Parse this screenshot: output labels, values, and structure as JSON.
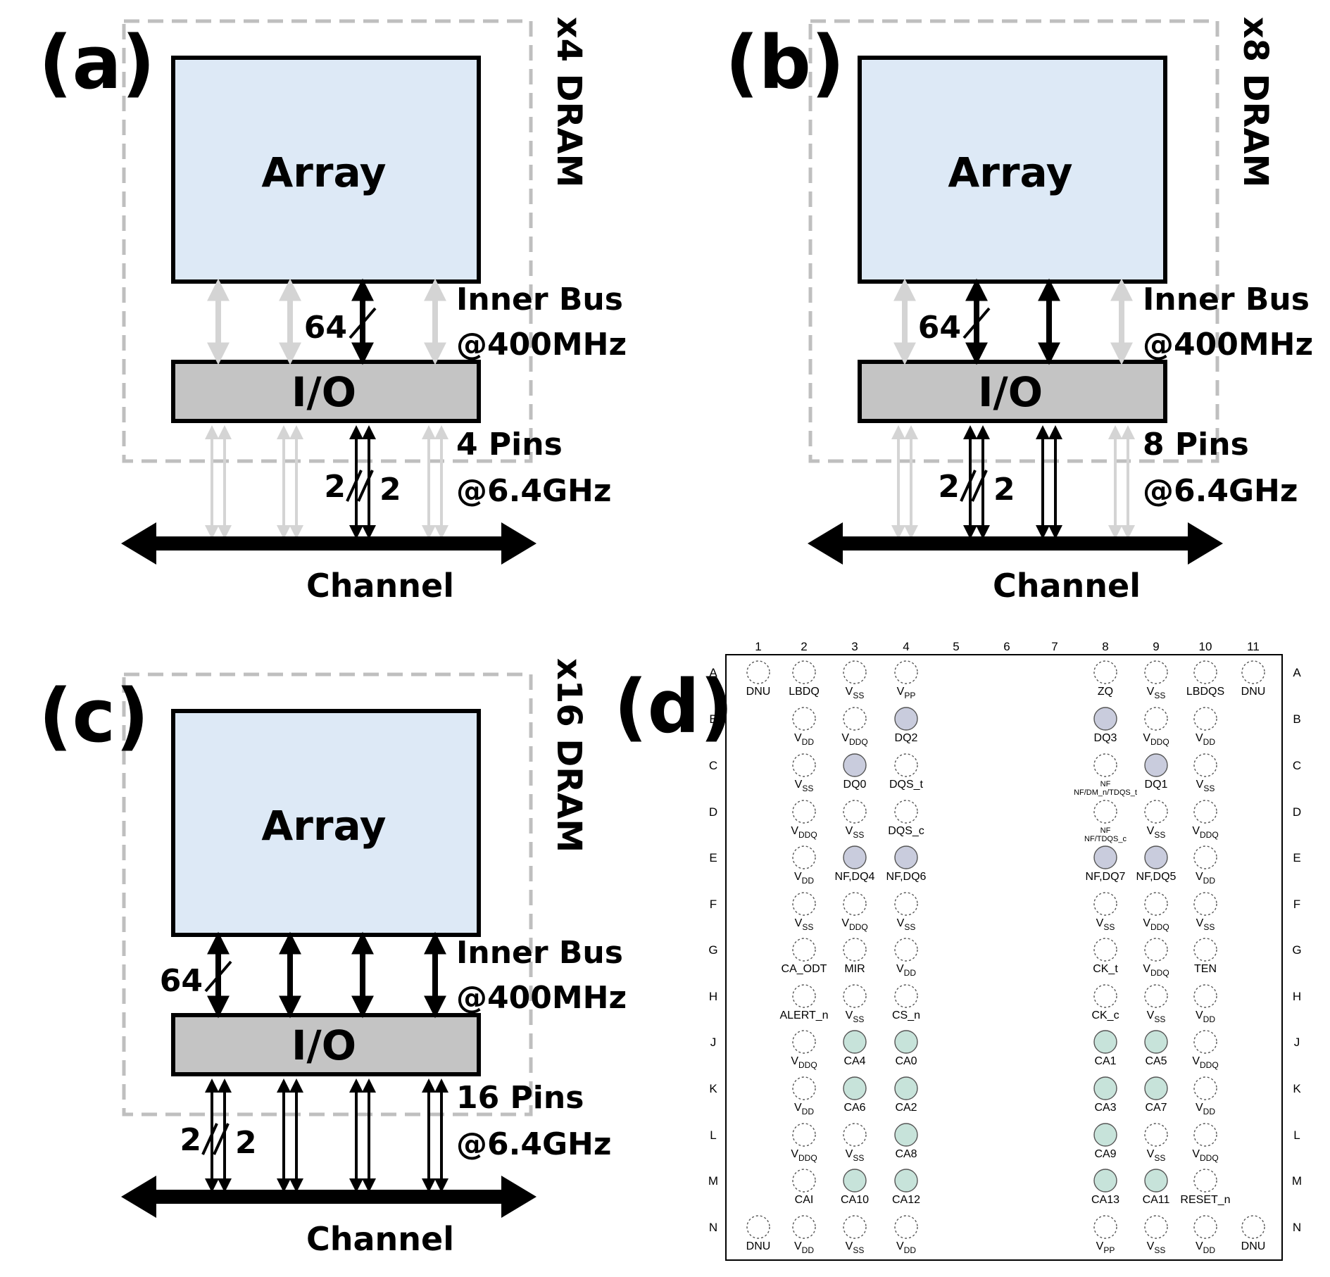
{
  "panels": [
    {
      "label": "(a)",
      "dram": "x4 DRAM",
      "array": "Array",
      "io": "I/O",
      "bus_width": "64",
      "inner_bus": "Inner Bus",
      "inner_freq": "@400MHz",
      "pins": "4 Pins",
      "pin_freq": "@6.4GHz",
      "split_left": "2",
      "split_right": "2",
      "channel": "Channel",
      "active_lanes": [
        2
      ]
    },
    {
      "label": "(b)",
      "dram": "x8 DRAM",
      "array": "Array",
      "io": "I/O",
      "bus_width": "64",
      "inner_bus": "Inner Bus",
      "inner_freq": "@400MHz",
      "pins": "8 Pins",
      "pin_freq": "@6.4GHz",
      "split_left": "2",
      "split_right": "2",
      "channel": "Channel",
      "active_lanes": [
        1,
        2
      ]
    },
    {
      "label": "(c)",
      "dram": "x16 DRAM",
      "array": "Array",
      "io": "I/O",
      "bus_width": "64",
      "inner_bus": "Inner Bus",
      "inner_freq": "@400MHz",
      "pins": "16 Pins",
      "pin_freq": "@6.4GHz",
      "split_left": "2",
      "split_right": "2",
      "channel": "Channel",
      "active_lanes": [
        0,
        1,
        2,
        3
      ]
    }
  ],
  "pinout": {
    "label": "(d)",
    "columns": [
      "1",
      "2",
      "3",
      "4",
      "5",
      "6",
      "7",
      "8",
      "9",
      "10",
      "11"
    ],
    "rows": [
      "A",
      "B",
      "C",
      "D",
      "E",
      "F",
      "G",
      "H",
      "J",
      "K",
      "L",
      "M",
      "N"
    ],
    "colors": {
      "data": "#c9ccdd",
      "ca": "#c7e3da"
    },
    "balls": [
      {
        "row": 0,
        "col": 0,
        "name": "DNU"
      },
      {
        "row": 0,
        "col": 1,
        "name": "LBDQ"
      },
      {
        "row": 0,
        "col": 2,
        "name": "V",
        "sub": "SS"
      },
      {
        "row": 0,
        "col": 3,
        "name": "V",
        "sub": "PP"
      },
      {
        "row": 0,
        "col": 7,
        "name": "ZQ"
      },
      {
        "row": 0,
        "col": 8,
        "name": "V",
        "sub": "SS"
      },
      {
        "row": 0,
        "col": 9,
        "name": "LBDQS"
      },
      {
        "row": 0,
        "col": 10,
        "name": "DNU"
      },
      {
        "row": 1,
        "col": 1,
        "name": "V",
        "sub": "DD"
      },
      {
        "row": 1,
        "col": 2,
        "name": "V",
        "sub": "DDQ"
      },
      {
        "row": 1,
        "col": 3,
        "name": "DQ2",
        "fill": "data"
      },
      {
        "row": 1,
        "col": 7,
        "name": "DQ3",
        "fill": "data"
      },
      {
        "row": 1,
        "col": 8,
        "name": "V",
        "sub": "DDQ"
      },
      {
        "row": 1,
        "col": 9,
        "name": "V",
        "sub": "DD"
      },
      {
        "row": 2,
        "col": 1,
        "name": "V",
        "sub": "SS"
      },
      {
        "row": 2,
        "col": 2,
        "name": "DQ0",
        "fill": "data"
      },
      {
        "row": 2,
        "col": 3,
        "name": "DQS_t"
      },
      {
        "row": 2,
        "col": 7,
        "name": "NF",
        "name2": "NF/DM_n/TDQS_t"
      },
      {
        "row": 2,
        "col": 8,
        "name": "DQ1",
        "fill": "data"
      },
      {
        "row": 2,
        "col": 9,
        "name": "V",
        "sub": "SS"
      },
      {
        "row": 3,
        "col": 1,
        "name": "V",
        "sub": "DDQ"
      },
      {
        "row": 3,
        "col": 2,
        "name": "V",
        "sub": "SS"
      },
      {
        "row": 3,
        "col": 3,
        "name": "DQS_c"
      },
      {
        "row": 3,
        "col": 7,
        "name": "NF",
        "name2": "NF/TDQS_c"
      },
      {
        "row": 3,
        "col": 8,
        "name": "V",
        "sub": "SS"
      },
      {
        "row": 3,
        "col": 9,
        "name": "V",
        "sub": "DDQ"
      },
      {
        "row": 4,
        "col": 1,
        "name": "V",
        "sub": "DD"
      },
      {
        "row": 4,
        "col": 2,
        "name": "NF,DQ4",
        "fill": "data"
      },
      {
        "row": 4,
        "col": 3,
        "name": "NF,DQ6",
        "fill": "data"
      },
      {
        "row": 4,
        "col": 7,
        "name": "NF,DQ7",
        "fill": "data"
      },
      {
        "row": 4,
        "col": 8,
        "name": "NF,DQ5",
        "fill": "data"
      },
      {
        "row": 4,
        "col": 9,
        "name": "V",
        "sub": "DD"
      },
      {
        "row": 5,
        "col": 1,
        "name": "V",
        "sub": "SS"
      },
      {
        "row": 5,
        "col": 2,
        "name": "V",
        "sub": "DDQ"
      },
      {
        "row": 5,
        "col": 3,
        "name": "V",
        "sub": "SS"
      },
      {
        "row": 5,
        "col": 7,
        "name": "V",
        "sub": "SS"
      },
      {
        "row": 5,
        "col": 8,
        "name": "V",
        "sub": "DDQ"
      },
      {
        "row": 5,
        "col": 9,
        "name": "V",
        "sub": "SS"
      },
      {
        "row": 6,
        "col": 1,
        "name": "CA_ODT"
      },
      {
        "row": 6,
        "col": 2,
        "name": "MIR"
      },
      {
        "row": 6,
        "col": 3,
        "name": "V",
        "sub": "DD"
      },
      {
        "row": 6,
        "col": 7,
        "name": "CK_t"
      },
      {
        "row": 6,
        "col": 8,
        "name": "V",
        "sub": "DDQ"
      },
      {
        "row": 6,
        "col": 9,
        "name": "TEN"
      },
      {
        "row": 7,
        "col": 1,
        "name": "ALERT_n"
      },
      {
        "row": 7,
        "col": 2,
        "name": "V",
        "sub": "SS"
      },
      {
        "row": 7,
        "col": 3,
        "name": "CS_n"
      },
      {
        "row": 7,
        "col": 7,
        "name": "CK_c"
      },
      {
        "row": 7,
        "col": 8,
        "name": "V",
        "sub": "SS"
      },
      {
        "row": 7,
        "col": 9,
        "name": "V",
        "sub": "DD"
      },
      {
        "row": 8,
        "col": 1,
        "name": "V",
        "sub": "DDQ"
      },
      {
        "row": 8,
        "col": 2,
        "name": "CA4",
        "fill": "ca"
      },
      {
        "row": 8,
        "col": 3,
        "name": "CA0",
        "fill": "ca"
      },
      {
        "row": 8,
        "col": 7,
        "name": "CA1",
        "fill": "ca"
      },
      {
        "row": 8,
        "col": 8,
        "name": "CA5",
        "fill": "ca"
      },
      {
        "row": 8,
        "col": 9,
        "name": "V",
        "sub": "DDQ"
      },
      {
        "row": 9,
        "col": 1,
        "name": "V",
        "sub": "DD"
      },
      {
        "row": 9,
        "col": 2,
        "name": "CA6",
        "fill": "ca"
      },
      {
        "row": 9,
        "col": 3,
        "name": "CA2",
        "fill": "ca"
      },
      {
        "row": 9,
        "col": 7,
        "name": "CA3",
        "fill": "ca"
      },
      {
        "row": 9,
        "col": 8,
        "name": "CA7",
        "fill": "ca"
      },
      {
        "row": 9,
        "col": 9,
        "name": "V",
        "sub": "DD"
      },
      {
        "row": 10,
        "col": 1,
        "name": "V",
        "sub": "DDQ"
      },
      {
        "row": 10,
        "col": 2,
        "name": "V",
        "sub": "SS"
      },
      {
        "row": 10,
        "col": 3,
        "name": "CA8",
        "fill": "ca"
      },
      {
        "row": 10,
        "col": 7,
        "name": "CA9",
        "fill": "ca"
      },
      {
        "row": 10,
        "col": 8,
        "name": "V",
        "sub": "SS"
      },
      {
        "row": 10,
        "col": 9,
        "name": "V",
        "sub": "DDQ"
      },
      {
        "row": 11,
        "col": 1,
        "name": "CAI"
      },
      {
        "row": 11,
        "col": 2,
        "name": "CA10",
        "fill": "ca"
      },
      {
        "row": 11,
        "col": 3,
        "name": "CA12",
        "fill": "ca"
      },
      {
        "row": 11,
        "col": 7,
        "name": "CA13",
        "fill": "ca"
      },
      {
        "row": 11,
        "col": 8,
        "name": "CA11",
        "fill": "ca"
      },
      {
        "row": 11,
        "col": 9,
        "name": "RESET_n"
      },
      {
        "row": 12,
        "col": 0,
        "name": "DNU"
      },
      {
        "row": 12,
        "col": 1,
        "name": "V",
        "sub": "DD"
      },
      {
        "row": 12,
        "col": 2,
        "name": "V",
        "sub": "SS"
      },
      {
        "row": 12,
        "col": 3,
        "name": "V",
        "sub": "DD"
      },
      {
        "row": 12,
        "col": 7,
        "name": "V",
        "sub": "PP"
      },
      {
        "row": 12,
        "col": 8,
        "name": "V",
        "sub": "SS"
      },
      {
        "row": 12,
        "col": 9,
        "name": "V",
        "sub": "DD"
      },
      {
        "row": 12,
        "col": 10,
        "name": "DNU"
      }
    ]
  }
}
